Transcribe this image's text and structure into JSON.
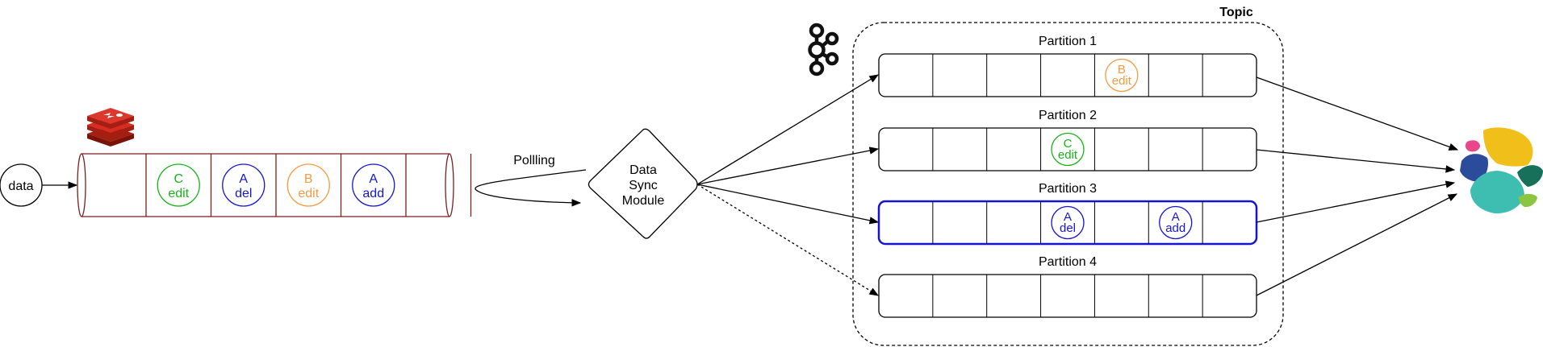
{
  "source": {
    "label": "data"
  },
  "queue": {
    "messages": [
      {
        "key": "C",
        "op": "edit",
        "color": "#19b319"
      },
      {
        "key": "A",
        "op": "del",
        "color": "#1515d0"
      },
      {
        "key": "B",
        "op": "edit",
        "color": "#f59a42"
      },
      {
        "key": "A",
        "op": "add",
        "color": "#1515d0"
      }
    ]
  },
  "polling_label": "Pollling",
  "sync_module": {
    "line1": "Data",
    "line2": "Sync",
    "line3": "Module"
  },
  "topic": {
    "label": "Topic",
    "partitions": [
      {
        "label": "Partition 1",
        "highlighted": false,
        "messages": [
          {
            "slot": 4,
            "key": "B",
            "op": "edit",
            "color": "#f59a42"
          }
        ]
      },
      {
        "label": "Partition 2",
        "highlighted": false,
        "messages": [
          {
            "slot": 3,
            "key": "C",
            "op": "edit",
            "color": "#19b319"
          }
        ]
      },
      {
        "label": "Partition 3",
        "highlighted": true,
        "messages": [
          {
            "slot": 3,
            "key": "A",
            "op": "del",
            "color": "#1515d0"
          },
          {
            "slot": 5,
            "key": "A",
            "op": "add",
            "color": "#1515d0"
          }
        ]
      },
      {
        "label": "Partition 4",
        "highlighted": false,
        "messages": []
      }
    ]
  },
  "icons": {
    "redis": "redis-logo-icon",
    "kafka": "kafka-logo-icon",
    "elastic": "elasticsearch-logo-icon"
  },
  "colors": {
    "queue_border": "#7a1f1f",
    "highlight": "#1515d0",
    "line": "#000000"
  }
}
